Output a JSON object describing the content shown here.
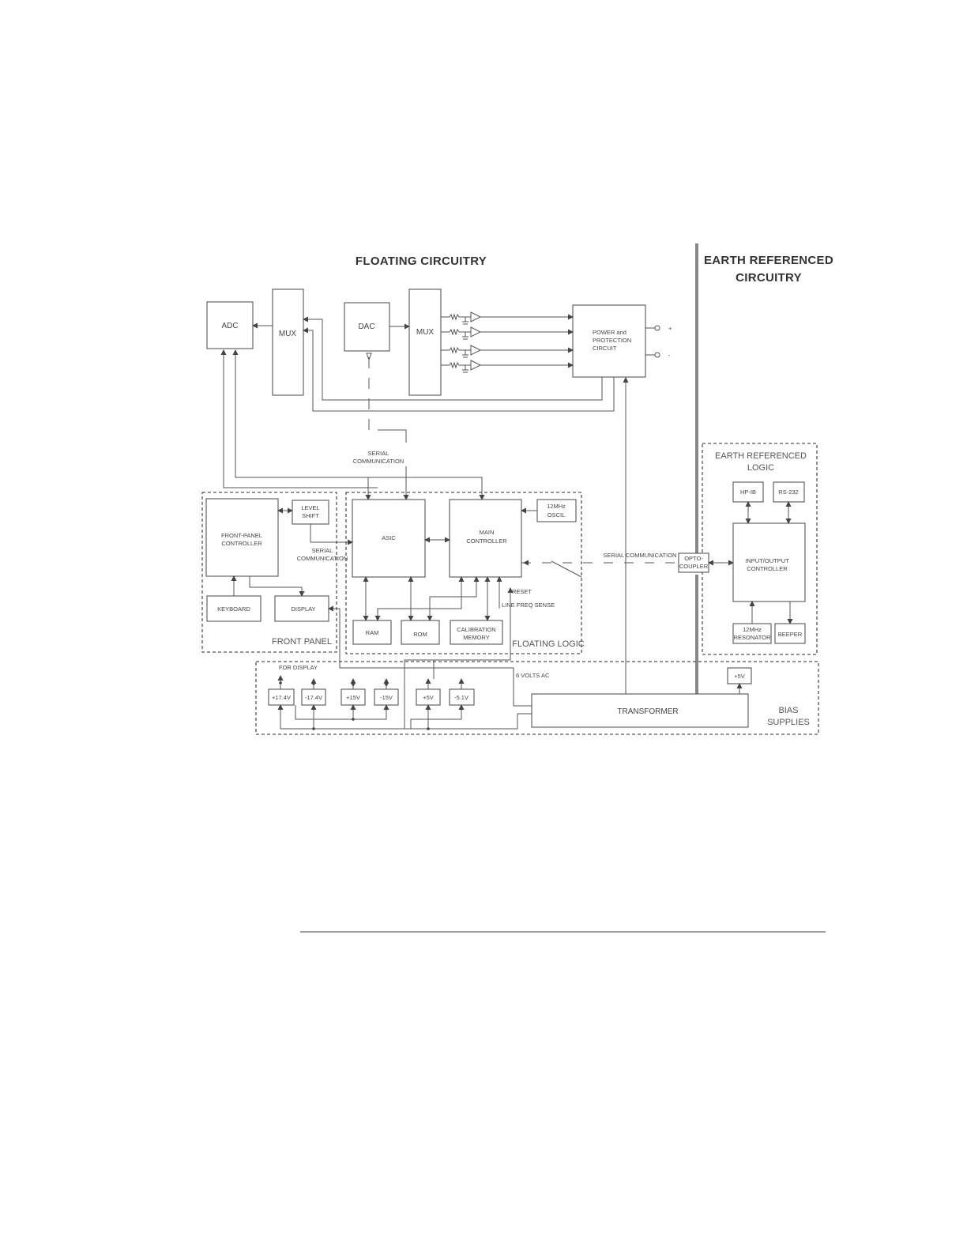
{
  "headings": {
    "floating": "FLOATING CIRCUITRY",
    "earth_line1": "EARTH REFERENCED",
    "earth_line2": "CIRCUITRY"
  },
  "blocks": {
    "adc": "ADC",
    "mux_left": "MUX",
    "dac": "DAC",
    "mux_right": "MUX",
    "power_line1": "POWER and",
    "power_line2": "PROTECTION",
    "power_line3": "CIRCUIT",
    "terminal_plus": "+",
    "terminal_minus": "-",
    "fp_controller_line1": "FRONT-PANEL",
    "fp_controller_line2": "CONTROLLER",
    "level_shift_line1": "LEVEL",
    "level_shift_line2": "SHIFT",
    "keyboard": "KEYBOARD",
    "display": "DISPLAY",
    "asic": "ASIC",
    "main_controller_line1": "MAIN",
    "main_controller_line2": "CONTROLLER",
    "oscil_line1": "12MHz",
    "oscil_line2": "OSCIL",
    "ram": "RAM",
    "rom": "ROM",
    "cal_mem_line1": "CALIBRATION",
    "cal_mem_line2": "MEMORY",
    "hpib": "HP-IB",
    "rs232": "RS-232",
    "io_controller_line1": "INPUT/OUTPUT",
    "io_controller_line2": "CONTROLLER",
    "resonator_line1": "12MHz",
    "resonator_line2": "RESONATOR",
    "beeper": "BEEPER",
    "optocoupler_line1": "OPTO-",
    "optocoupler_line2": "COUPLER",
    "transformer": "TRANSFORMER",
    "plus5v_earth": "+5V",
    "supply_p174": "+17.4V",
    "supply_m174": "-17.4V",
    "supply_p15": "+15V",
    "supply_m15": "-15V",
    "supply_p5": "+5V",
    "supply_m51": "-5.1V"
  },
  "labels": {
    "serial_comm_top_line1": "SERIAL",
    "serial_comm_top_line2": "COMMUNICATION",
    "serial_comm_fp_line1": "SERIAL",
    "serial_comm_fp_line2": "COMMUNICATION",
    "serial_comm_right": "SERIAL COMMUNICATION",
    "reset": "RESET",
    "line_freq": "LINE FREQ SENSE",
    "for_display": "FOR DISPLAY",
    "six_volts_ac": "6 VOLTS AC"
  },
  "regions": {
    "front_panel": "FRONT PANEL",
    "floating_logic": "FLOATING LOGIC",
    "earth_logic_line1": "EARTH REFERENCED",
    "earth_logic_line2": "LOGIC",
    "bias_line1": "BIAS",
    "bias_line2": "SUPPLIES"
  }
}
